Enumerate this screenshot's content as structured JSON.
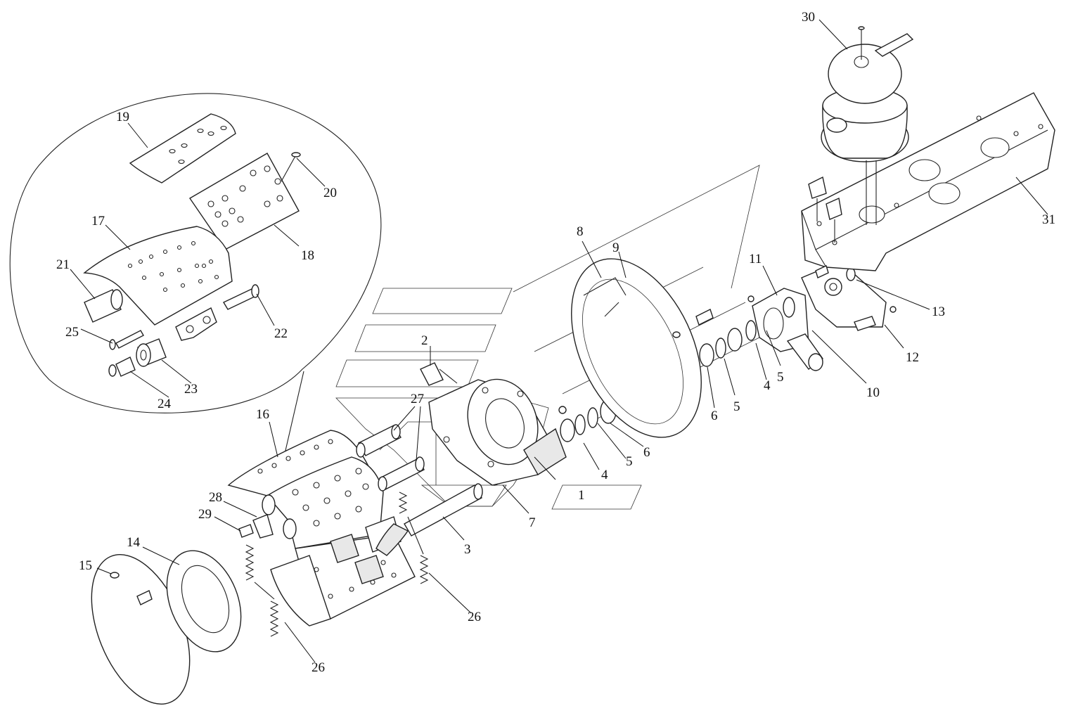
{
  "callouts": [
    {
      "id": "1",
      "text": "1"
    },
    {
      "id": "2",
      "text": "2"
    },
    {
      "id": "3",
      "text": "3"
    },
    {
      "id": "4a",
      "text": "4"
    },
    {
      "id": "4b",
      "text": "4"
    },
    {
      "id": "5a",
      "text": "5"
    },
    {
      "id": "5b",
      "text": "5"
    },
    {
      "id": "5c",
      "text": "5"
    },
    {
      "id": "6a",
      "text": "6"
    },
    {
      "id": "6b",
      "text": "6"
    },
    {
      "id": "7",
      "text": "7"
    },
    {
      "id": "8",
      "text": "8"
    },
    {
      "id": "9",
      "text": "9"
    },
    {
      "id": "10",
      "text": "10"
    },
    {
      "id": "11",
      "text": "11"
    },
    {
      "id": "12",
      "text": "12"
    },
    {
      "id": "13",
      "text": "13"
    },
    {
      "id": "14",
      "text": "14"
    },
    {
      "id": "15",
      "text": "15"
    },
    {
      "id": "16",
      "text": "16"
    },
    {
      "id": "17",
      "text": "17"
    },
    {
      "id": "18",
      "text": "18"
    },
    {
      "id": "19",
      "text": "19"
    },
    {
      "id": "20",
      "text": "20"
    },
    {
      "id": "21",
      "text": "21"
    },
    {
      "id": "22",
      "text": "22"
    },
    {
      "id": "23",
      "text": "23"
    },
    {
      "id": "24",
      "text": "24"
    },
    {
      "id": "25",
      "text": "25"
    },
    {
      "id": "26a",
      "text": "26"
    },
    {
      "id": "26b",
      "text": "26"
    },
    {
      "id": "27",
      "text": "27"
    },
    {
      "id": "28",
      "text": "28"
    },
    {
      "id": "29",
      "text": "29"
    },
    {
      "id": "30",
      "text": "30"
    },
    {
      "id": "31",
      "text": "31"
    }
  ]
}
